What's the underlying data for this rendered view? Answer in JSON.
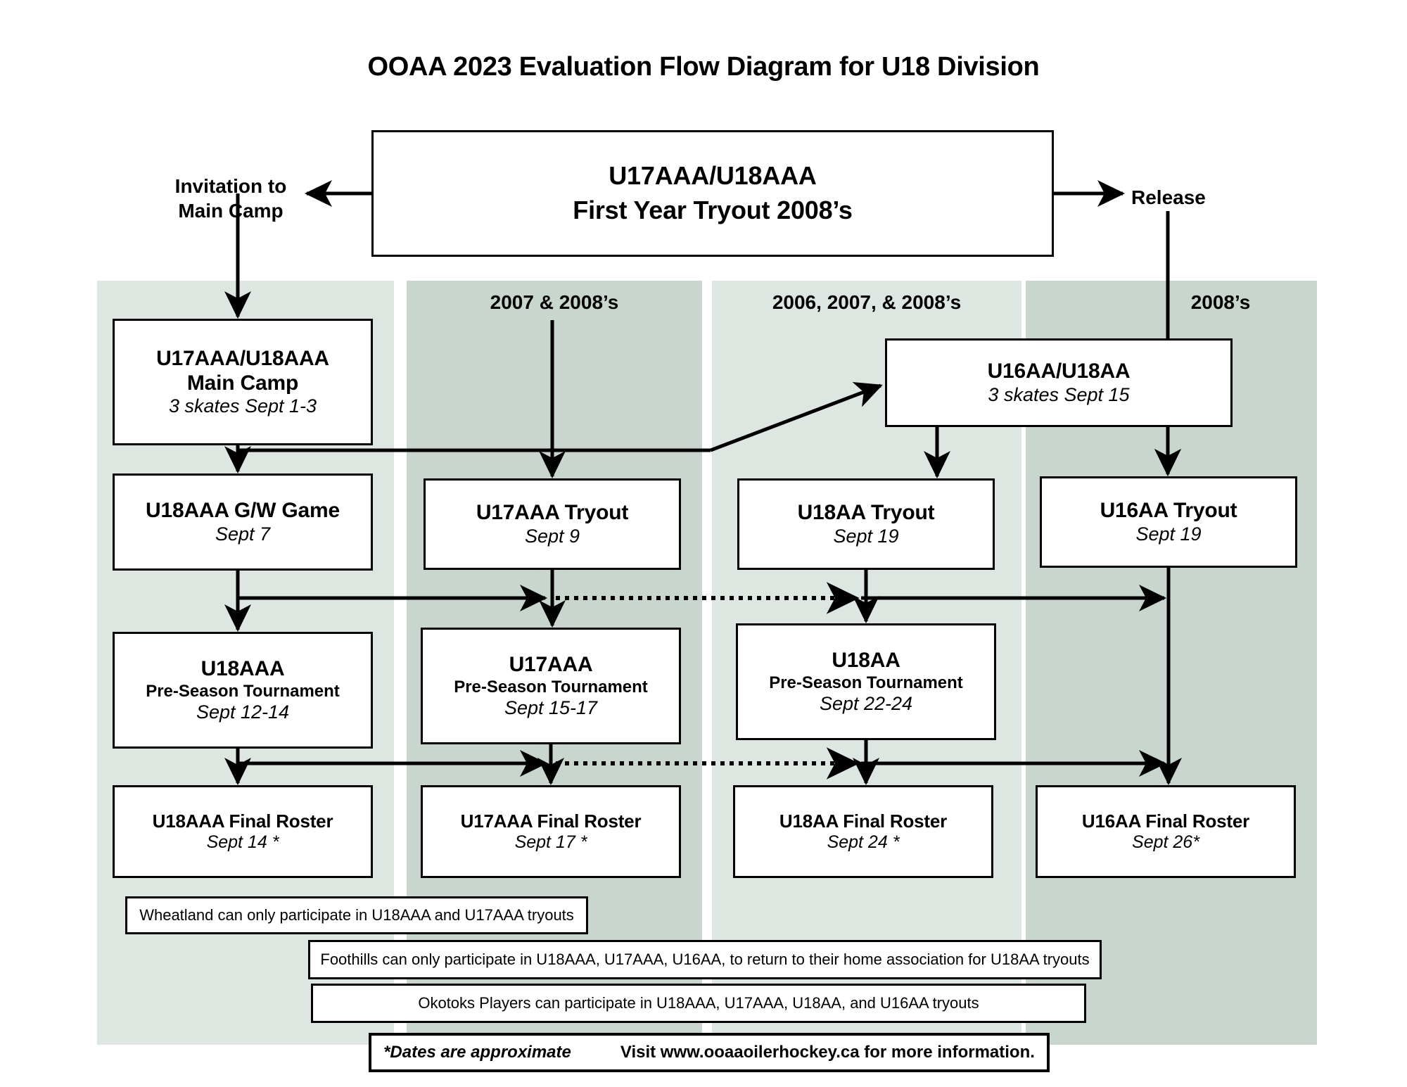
{
  "title": "OOAA 2023 Evaluation Flow Diagram for U18 Division",
  "colors": {
    "band_light": "#dde6e0",
    "band_dark": "#c8d6cd",
    "line": "#000000",
    "box_fill": "#ffffff"
  },
  "top_node": {
    "line1": "U17AAA/U18AAA",
    "line2": "First Year Tryout 2008’s"
  },
  "edge_labels": {
    "left": "Invitation to\nMain Camp",
    "left_line1": "Invitation to",
    "left_line2": "Main Camp",
    "right": "Release"
  },
  "column_headers": {
    "col1": "",
    "col2": "2007 & 2008’s",
    "col3": "2006, 2007, & 2008’s",
    "col4": "2008’s"
  },
  "nodes": {
    "main_camp": {
      "title": "U17AAA/U18AAA",
      "title2": "Main Camp",
      "date": "3 skates Sept 1-3"
    },
    "u16aa_u18aa": {
      "title": "U16AA/U18AA",
      "date": "3 skates Sept 15"
    },
    "u18aaa_gw": {
      "title": "U18AAA G/W Game",
      "date": "Sept 7"
    },
    "u17aaa_tryout": {
      "title": "U17AAA Tryout",
      "date": "Sept 9"
    },
    "u18aa_tryout": {
      "title": "U18AA Tryout",
      "date": "Sept 19"
    },
    "u16aa_tryout": {
      "title": "U16AA Tryout",
      "date": "Sept 19"
    },
    "u18aaa_tourn": {
      "title": "U18AAA",
      "subtitle": "Pre-Season Tournament",
      "date": "Sept 12-14"
    },
    "u17aaa_tourn": {
      "title": "U17AAA",
      "subtitle": "Pre-Season Tournament",
      "date": "Sept 15-17"
    },
    "u18aa_tourn": {
      "title": "U18AA",
      "subtitle": "Pre-Season Tournament",
      "date": "Sept 22-24"
    },
    "u18aaa_roster": {
      "title": "U18AAA Final Roster",
      "date": "Sept 14 *"
    },
    "u17aaa_roster": {
      "title": "U17AAA Final Roster",
      "date": "Sept 17 *"
    },
    "u18aa_roster": {
      "title": "U18AA Final Roster",
      "date": "Sept 24 *"
    },
    "u16aa_roster": {
      "title": "U16AA Final Roster",
      "date": "Sept 26*"
    }
  },
  "notes": [
    "Wheatland can only participate in U18AAA and U17AAA tryouts",
    "Foothills can only participate in U18AAA, U17AAA, U16AA, to return to their home association for U18AA tryouts",
    "Okotoks Players can participate in U18AAA, U17AAA, U18AA, and U16AA tryouts"
  ],
  "footer": {
    "left": "*Dates are approximate",
    "right": "Visit www.ooaaoilerhockey.ca for more information."
  }
}
